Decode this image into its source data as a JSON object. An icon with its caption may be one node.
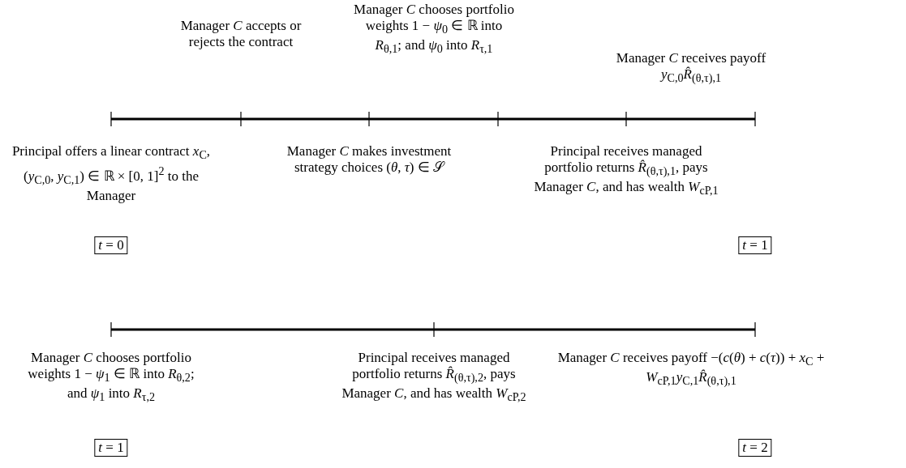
{
  "diagram": {
    "nodes": [
      {
        "text": [
          "*t* = 0"
        ]
      },
      {
        "text": [
          "*t* = 1"
        ]
      },
      {
        "text": [
          "*t* = 1"
        ]
      },
      {
        "text": [
          "*t* = 2"
        ]
      }
    ],
    "labels": [
      "Manager *C* chooses portfolio weights 1 − *ψ*$_{0}$ ∈ ℝ into *R*$_{θ,1}$; and *ψ*$_{0}$ into *R*$_{τ,1}$",
      "Manager *C* accepts or rejects the contract",
      "Manager *C* receives payoff *y*$_{C,0}$*R̂*$_{(θ,τ),1}$",
      "Principal offers a linear contract *x*$_{C}$, (*y*$_{C,0}$, *y*$_{C,1}$) ∈ ℝ × [0, 1]$^{2}$ to the Manager",
      "Manager *C* makes investment strategy choices (*θ*, *τ*) ∈ 𝒮",
      "Principal receives managed portfolio returns *R̂*$_{(θ,τ),1}$, pays Manager *C*, and has wealth *W*$_{cP,1}$",
      "Manager *C* chooses portfolio weights 1 − *ψ*$_{1}$ ∈ ℝ into *R*$_{θ,2}$; and *ψ*$_{1}$ into *R*$_{τ,2}$",
      "Principal receives managed portfolio returns *R̂*$_{(θ,τ),2}$, pays Manager *C*, and has wealth *W*$_{cP,2}$",
      "Manager *C* receives payoff −(*c*(*θ*) + *c*(*τ*)) + *x*$_{C}$ + *W*$_{cP,1}$*y*$_{C,1}$*R̂*$_{(θ,τ),1}$"
    ]
  }
}
